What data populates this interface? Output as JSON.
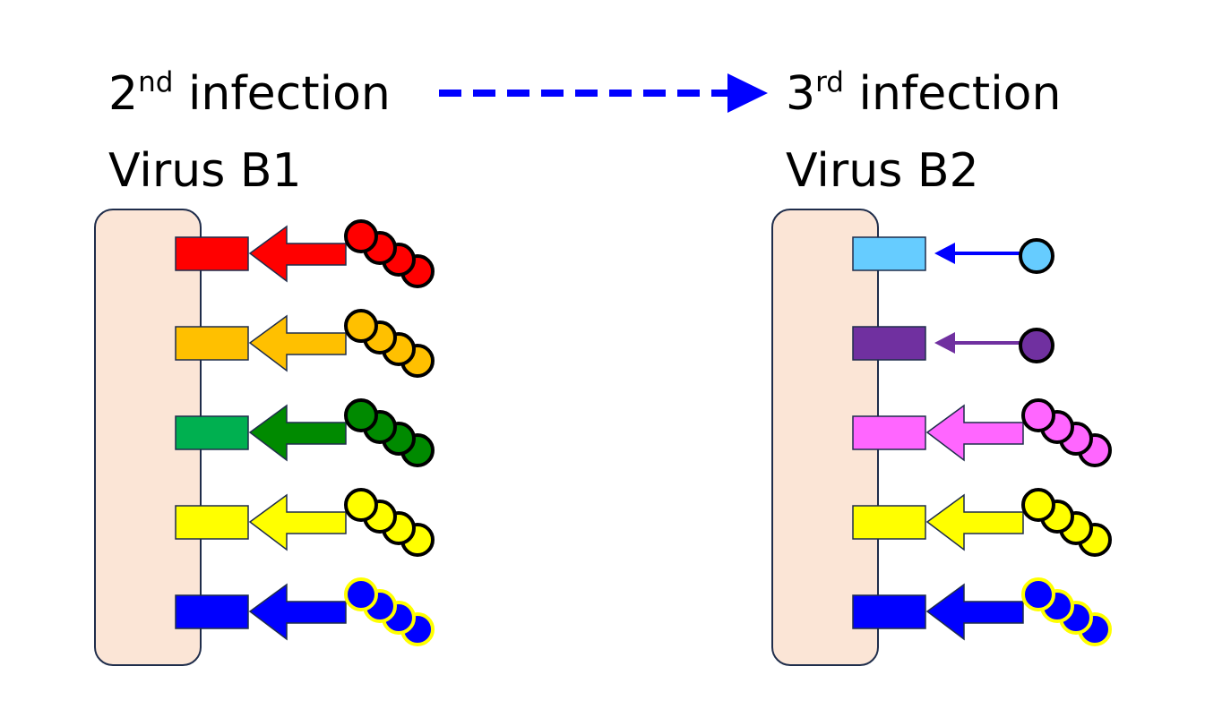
{
  "title_left": {
    "number": "2",
    "ordinal_suffix": "nd",
    "text": " infection"
  },
  "title_right": {
    "number": "3",
    "ordinal_suffix": "rd",
    "text": " infection"
  },
  "transition_arrow": {
    "style": "dashed",
    "color": "#0000FF",
    "direction": "right"
  },
  "panels": [
    {
      "id": "left",
      "virus_label": "Virus B1",
      "cell_color": "#FBE5D6",
      "cell_border": "#1F2D4B",
      "rows": [
        {
          "receptor_color": "#FF0000",
          "arrow_color": "#FF0000",
          "arrow_style": "thick",
          "ligand_color": "#FF0000",
          "ligand_outline": "#000000",
          "ligand_count": 4
        },
        {
          "receptor_color": "#FFC000",
          "arrow_color": "#FFC000",
          "arrow_style": "thick",
          "ligand_color": "#FFC000",
          "ligand_outline": "#000000",
          "ligand_count": 4
        },
        {
          "receptor_color": "#00B050",
          "arrow_color": "#008A00",
          "arrow_style": "thick",
          "ligand_color": "#008A00",
          "ligand_outline": "#000000",
          "ligand_count": 4
        },
        {
          "receptor_color": "#FFFF00",
          "arrow_color": "#FFFF00",
          "arrow_style": "thick",
          "ligand_color": "#FFFF00",
          "ligand_outline": "#000000",
          "ligand_count": 4
        },
        {
          "receptor_color": "#0000FF",
          "arrow_color": "#0000FF",
          "arrow_style": "thick",
          "ligand_color": "#0000FF",
          "ligand_outline": "#FFFF00",
          "ligand_count": 4
        }
      ]
    },
    {
      "id": "right",
      "virus_label": "Virus B2",
      "cell_color": "#FBE5D6",
      "cell_border": "#1F2D4B",
      "rows": [
        {
          "receptor_color": "#66CCFF",
          "arrow_color": "#0000FF",
          "arrow_style": "thin",
          "ligand_color": "#66CCFF",
          "ligand_outline": "#000000",
          "ligand_count": 1
        },
        {
          "receptor_color": "#7030A0",
          "arrow_color": "#7030A0",
          "arrow_style": "thin",
          "ligand_color": "#7030A0",
          "ligand_outline": "#000000",
          "ligand_count": 1
        },
        {
          "receptor_color": "#FF66FF",
          "arrow_color": "#FF66FF",
          "arrow_style": "thick",
          "ligand_color": "#FF66FF",
          "ligand_outline": "#000000",
          "ligand_count": 4
        },
        {
          "receptor_color": "#FFFF00",
          "arrow_color": "#FFFF00",
          "arrow_style": "thick",
          "ligand_color": "#FFFF00",
          "ligand_outline": "#000000",
          "ligand_count": 4
        },
        {
          "receptor_color": "#0000FF",
          "arrow_color": "#0000FF",
          "arrow_style": "thick",
          "ligand_color": "#0000FF",
          "ligand_outline": "#FFFF00",
          "ligand_count": 4
        }
      ]
    }
  ]
}
